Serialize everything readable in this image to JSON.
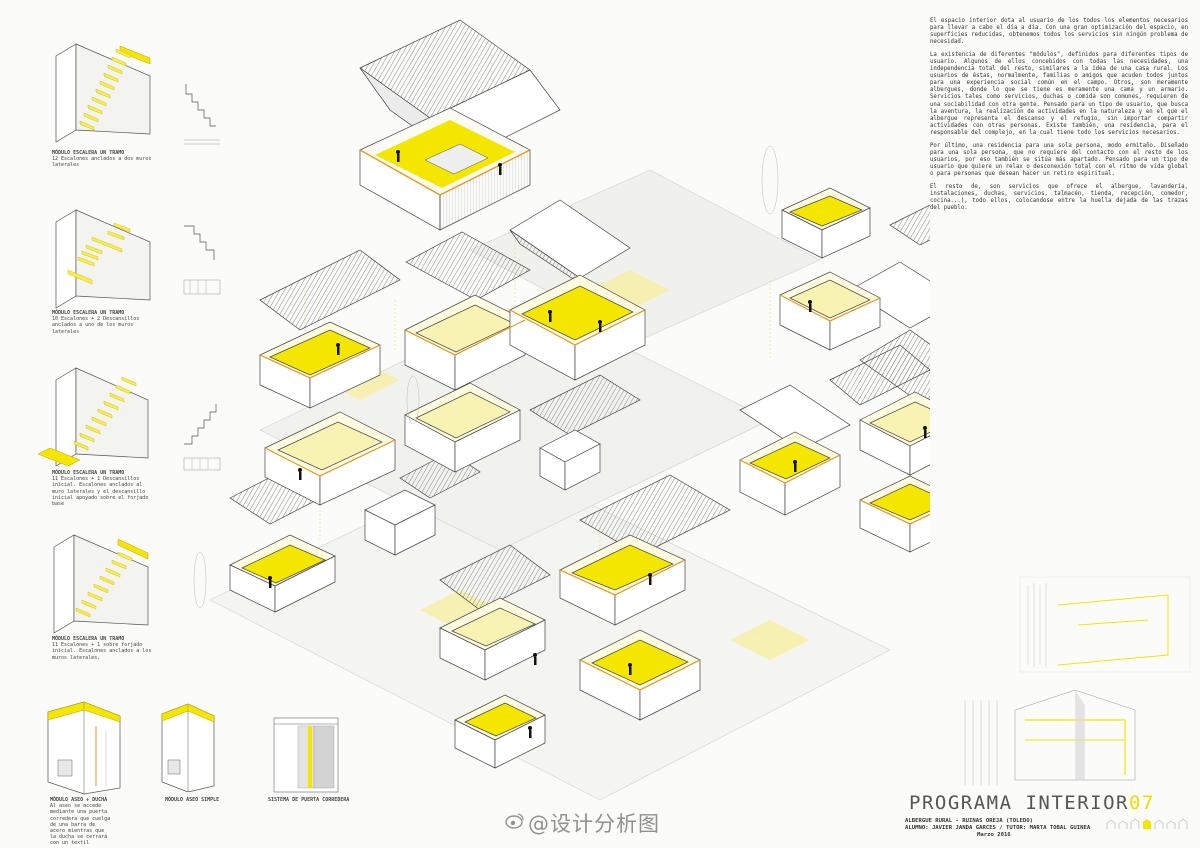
{
  "colors": {
    "accent_yellow": "#f5e600",
    "accent_orange": "#e79a1e",
    "ink": "#333333",
    "roof_grey": "#9a9a9a",
    "paper": "#fbfbf9"
  },
  "modules": [
    {
      "title": "MÓDULO ESCALERA UN TRAMO",
      "text": "12 Escalones  anclados a dos muros laterales"
    },
    {
      "title": "MÓDULO ESCALERA UN TRAMO",
      "text": "10 Escalones + 2 Descansillos anclados a uno de los muros laterales"
    },
    {
      "title": "MÓDULO ESCALERA UN TRAMO",
      "text": "11 Escalones + 1 Descansillos inicial. Escalones anclados al muro laterales y el descansillo inicial apoyado sobre el forjado base"
    },
    {
      "title": "MÓDULO ESCALERA UN TRAMO",
      "text": "11 Escalones + 1 sobre forjado inicial. Escalones anclados a los muros laterales."
    },
    {
      "title": "MÓDULO ASEO + DUCHA",
      "text": "Al aseo se accede mediante una puerta corredera que cuelga de una barra de acero mientras que la ducha se cerrará con un textil"
    },
    {
      "title": "MÓDULO ASEO SIMPLE",
      "text": ""
    },
    {
      "title": "SISTEMA DE PUERTA CORREDERA",
      "text": ""
    }
  ],
  "description": [
    "El espacio interior dota al usuario de los todos los elementos necesarios para llevar a cabo el día a día. Con una gran optimización del espacio, en superficies reducidas, obtenemos todos los servicios sin ningún problema de necesidad.",
    "La existencia de diferentes \"módulos\", definidos para diferentes tipos de usuario. Algunos de ellos concebidos con todas las necesidades, una independencia total del resto, similares a la idea de una casa rural. Los usuarios de éstas, normalmente, familias o amigos que acuden todos juntos para una experiencia social común en el campo. Otros, son meramente albergues, donde lo que se tiene es meramente una cama y un armario. Servicios tales como servicios, duchas o comida son comunes, requieren de una sociabilidad con otra gente. Pensado para un tipo de usuario, que busca la aventura, la realización de actividades en la naturaleza y en el que el albergue representa el descanso y el refugio, sin importar compartir actividades con otras personas. Existe también, una residencia, para el responsable del complejo, en la cual tiene todo los servicios necesarios.",
    "Por último, una residencia para una sola persona, modo ermitaño. Diseñado para una sola persona, que no requiere del contacto con el resto de los usuarios, por eso también se sitúa más apartado. Pensado para un tipo de usuario que quiere un relax o desconexión total con el ritmo de vida global o para personas que desean hacer un retiro espiritual.",
    "El resto de, son servicios que ofrece el albergue, lavandería, instalaciones, duchas, servicios, talmacén, tienda, recepción, comedor, cocina...), todo ellos, colocandose entre la huella dejada de las trazas del pueblo."
  ],
  "title_block": {
    "title": "PROGRAMA INTERIOR",
    "number": "07",
    "project": "ALBERGUE RURAL - RUINAS OREJA (TOLEDO)",
    "authors": "ALUMNO: JAVIER JANDA GARCES / TUTOR: MARTA TOBAL GUINEA",
    "date": "Marzo 2016"
  },
  "watermark": "@设计分析图"
}
